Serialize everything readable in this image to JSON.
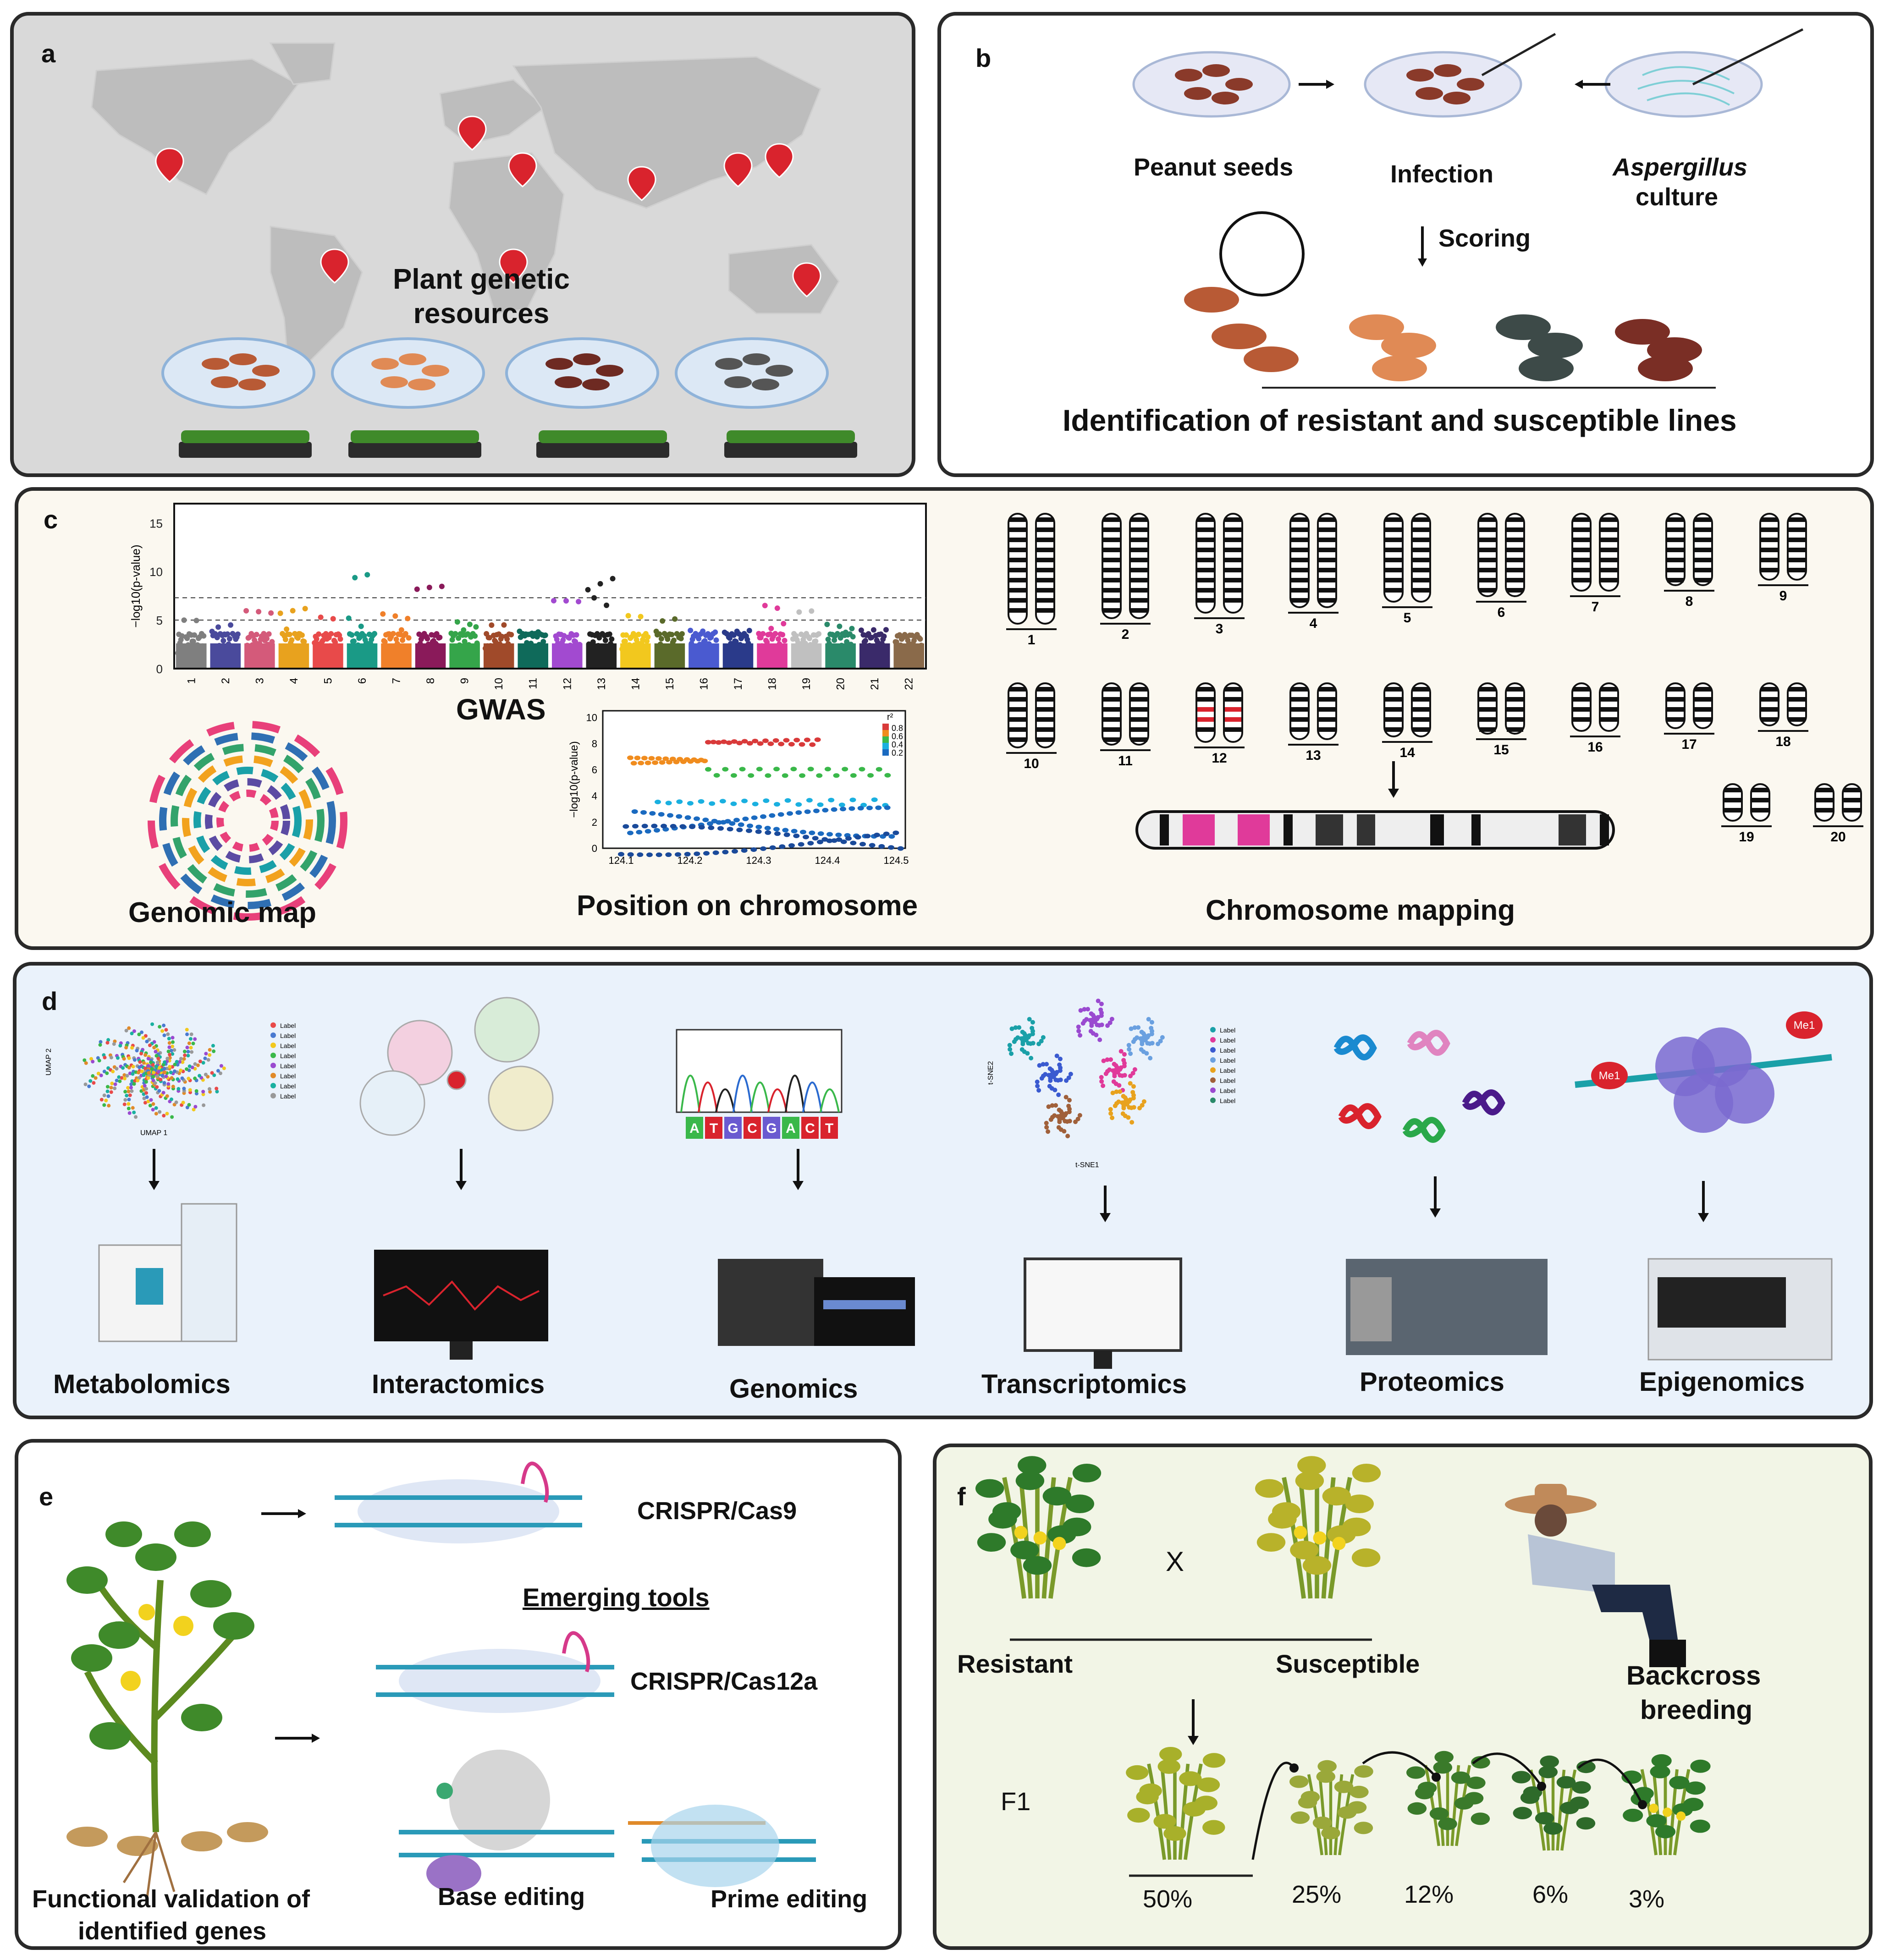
{
  "panels": {
    "a": {
      "letter": "a",
      "title_line1": "Plant genetic",
      "title_line2": "resources",
      "colors": {
        "bg": "#d8d8d8",
        "land": "#bdbdbd",
        "pin": "#d9232d"
      }
    },
    "b": {
      "letter": "b",
      "peanut_seeds": "Peanut seeds",
      "infection": "Infection",
      "aspergillus": "Aspergillus",
      "culture": "culture",
      "scoring": "Scoring",
      "identification": "Identification of resistant and susceptible lines"
    },
    "c": {
      "letter": "c",
      "gwas": "GWAS",
      "genomic_map": "Genomic map",
      "position": "Position on chromosome",
      "chromosome_mapping": "Chromosome mapping",
      "manhattan_ylabel": "−log10(p-value)",
      "manhattan_yticks": [
        "15",
        "10",
        "5",
        "0"
      ],
      "manhattan_xticks": [
        "1",
        "2",
        "3",
        "4",
        "5",
        "6",
        "7",
        "8",
        "9",
        "10",
        "11",
        "12",
        "13",
        "14",
        "15",
        "16",
        "17",
        "18",
        "19",
        "20",
        "21",
        "22"
      ],
      "regional_ylabel": "−log10(p-value)",
      "regional_yticks": [
        "10",
        "8",
        "6",
        "4",
        "2",
        "0"
      ],
      "regional_xticks": [
        "124.1",
        "124.2",
        "124.3",
        "124.4",
        "124.5"
      ],
      "legend_title": "r²",
      "legend_values": [
        "0.8",
        "0.6",
        "0.4",
        "0.2"
      ],
      "chromosome_numbers": [
        "1",
        "2",
        "3",
        "4",
        "5",
        "6",
        "7",
        "8",
        "9",
        "10",
        "11",
        "12",
        "13",
        "14",
        "15",
        "16",
        "17",
        "18",
        "19",
        "20"
      ],
      "colors": {
        "bg": "#fbf8f0"
      }
    },
    "d": {
      "letter": "d",
      "metabolomics": "Metabolomics",
      "interactomics": "Interactomics",
      "genomics": "Genomics",
      "transcriptomics": "Transcriptomics",
      "proteomics": "Proteomics",
      "epigenomics": "Epigenomics",
      "umap_x": "UMAP 1",
      "umap_y": "UMAP 2",
      "tsne_x": "t-SNE1",
      "tsne_y": "t-SNE2",
      "legend_label": "Label",
      "dna_bases": [
        "A",
        "T",
        "G",
        "C",
        "G",
        "A",
        "C",
        "T"
      ],
      "me1": "Me1",
      "colors": {
        "bg": "#eaf2fb"
      }
    },
    "e": {
      "letter": "e",
      "cas9": "CRISPR/Cas9",
      "emerging": "Emerging tools",
      "cas12a": "CRISPR/Cas12a",
      "base_editing": "Base editing",
      "prime_editing": "Prime editing",
      "functional_line1": "Functional validation  of",
      "functional_line2": "identified genes"
    },
    "f": {
      "letter": "f",
      "cross": "X",
      "resistant": "Resistant",
      "susceptible": "Susceptible",
      "backcross_line1": "Backcross",
      "backcross_line2": "breeding",
      "f1": "F1",
      "percentages": [
        "50%",
        "25%",
        "12%",
        "6%",
        "3%"
      ],
      "colors": {
        "bg": "#f2f5e6"
      }
    }
  }
}
